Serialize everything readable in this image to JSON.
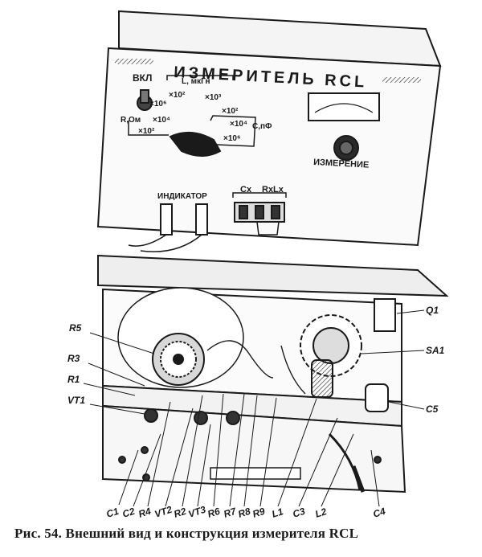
{
  "panel": {
    "title": "ИЗМЕРИТЕЛЬ RCL",
    "switch_label": "ВКЛ",
    "inductance_label": "L, мкГн",
    "resistance_label": "R,Ом",
    "capacitance_label": "C,пФ",
    "mult_l1": "×10²",
    "mult_l2": "×10³",
    "mult_r1": "×10⁶",
    "mult_r2": "×10⁴",
    "mult_r3": "×10²",
    "mult_c1": "×10²",
    "mult_c2": "×10⁴",
    "mult_c3": "×10⁶",
    "measure_label": "ИЗМЕРЕНИЕ",
    "indicator_label": "ИНДИКАТОР",
    "cx_label": "Cx",
    "rxlx_label": "RxLx"
  },
  "labels": {
    "q1": "Q1",
    "sa1": "SA1",
    "c5": "C5",
    "r5": "R5",
    "r3": "R3",
    "r1": "R1",
    "vt1": "VT1",
    "c1": "C1",
    "c2": "C2",
    "r4": "R4",
    "vt2": "VT2",
    "r2": "R2",
    "vt3": "VT3",
    "r6": "R6",
    "r7": "R7",
    "r8": "R8",
    "r9": "R9",
    "l1": "L1",
    "c3": "C3",
    "l2": "L2",
    "c4": "C4"
  },
  "caption": "Рис. 54. Внешний вид и конструкция измерителя RCL"
}
